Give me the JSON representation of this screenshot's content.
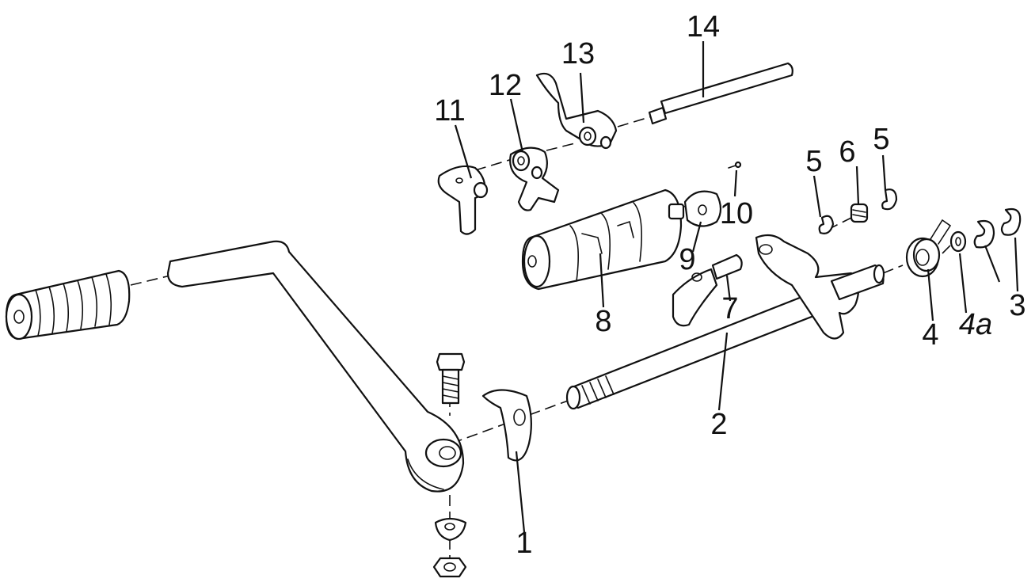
{
  "callouts": {
    "part_1": "1",
    "part_2": "2",
    "part_3": "3",
    "part_4": "4",
    "part_4a": "4a",
    "part_5_left": "5",
    "part_5_right": "5",
    "part_6": "6",
    "part_7": "7",
    "part_8": "8",
    "part_9": "9",
    "part_10": "10",
    "part_11": "11",
    "part_12": "12",
    "part_13": "13",
    "part_14": "14"
  }
}
